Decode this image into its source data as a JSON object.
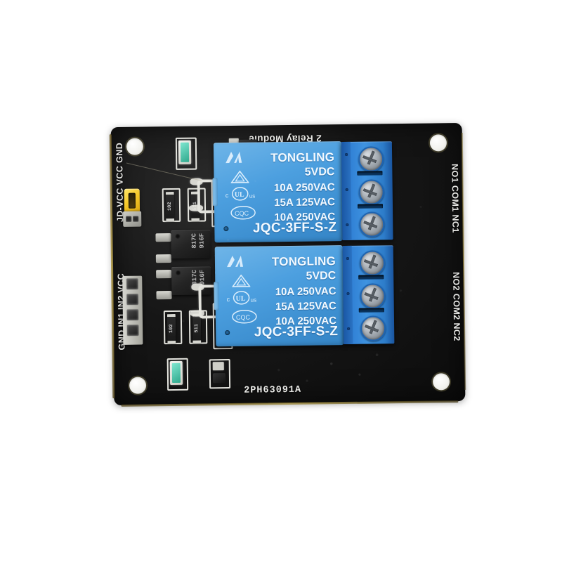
{
  "scene": {
    "title": "2-channel 5V relay module product photo",
    "background_color": "#ffffff",
    "board_color": "#141414",
    "accent_blue": "#3f93e0",
    "jumper_color": "#f6c92b"
  },
  "board": {
    "silkscreen": {
      "top_label": "2 Relay Module",
      "bottom_label": "2PH63091A",
      "left_power_label": "JD-VCC VCC GND",
      "left_signal_label": "GND IN1 IN2 VCC",
      "right_label_ch1": "NO1  COM1  NC1",
      "right_label_ch2": "NO2  COM2  NC2"
    },
    "mounting_holes": [
      "top-left",
      "top-right",
      "bottom-left",
      "bottom-right"
    ]
  },
  "relays": [
    {
      "channel": 1,
      "brand": "TONGLING",
      "coil_voltage": "5VDC",
      "rating_line_1": "10A 250VAC",
      "rating_line_2": "15A 125VAC",
      "rating_line_3": "10A 250VAC",
      "part_number": "JQC-3FF-S-Z",
      "marks": [
        "logo-a",
        "triangle-mark",
        "ul-mark",
        "cqc-mark"
      ]
    },
    {
      "channel": 2,
      "brand": "TONGLING",
      "coil_voltage": "5VDC",
      "rating_line_1": "10A 250VAC",
      "rating_line_2": "15A 125VAC",
      "rating_line_3": "10A 250VAC",
      "part_number": "JQC-3FF-S-Z",
      "marks": [
        "logo-a",
        "triangle-mark",
        "ul-mark",
        "cqc-mark"
      ]
    }
  ],
  "terminal_blocks": [
    {
      "channel": 1,
      "screw_count": 3,
      "terminals": [
        "NO1",
        "COM1",
        "NC1"
      ]
    },
    {
      "channel": 2,
      "screw_count": 3,
      "terminals": [
        "NO2",
        "COM2",
        "NC2"
      ]
    }
  ],
  "optocouplers": [
    {
      "channel": 1,
      "marking": "817C 916F"
    },
    {
      "channel": 2,
      "marking": "817C 916F"
    }
  ],
  "resistors": [
    {
      "channel": 1,
      "value_a": "102",
      "value_b": "511"
    },
    {
      "channel": 2,
      "value_a": "102",
      "value_b": "511"
    }
  ],
  "jumper": {
    "label": "JD-VCC / VCC",
    "state": "installed",
    "color": "#f6c92b"
  },
  "signal_header": {
    "pin_count": 4,
    "pins": [
      "GND",
      "IN1",
      "IN2",
      "VCC"
    ]
  }
}
